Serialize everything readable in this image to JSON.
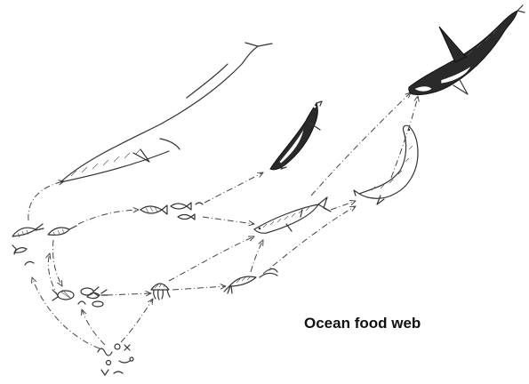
{
  "caption": "Ocean food web",
  "colors": {
    "ink": "#333333",
    "background": "#ffffff",
    "caption": "#111111"
  },
  "organisms": [
    "phytoplankton",
    "zooplankton-copepods",
    "krill",
    "small-crustaceans",
    "jellyfish",
    "small-fish",
    "squid",
    "baleen-whale",
    "penguin",
    "salmon",
    "seal",
    "orca"
  ]
}
